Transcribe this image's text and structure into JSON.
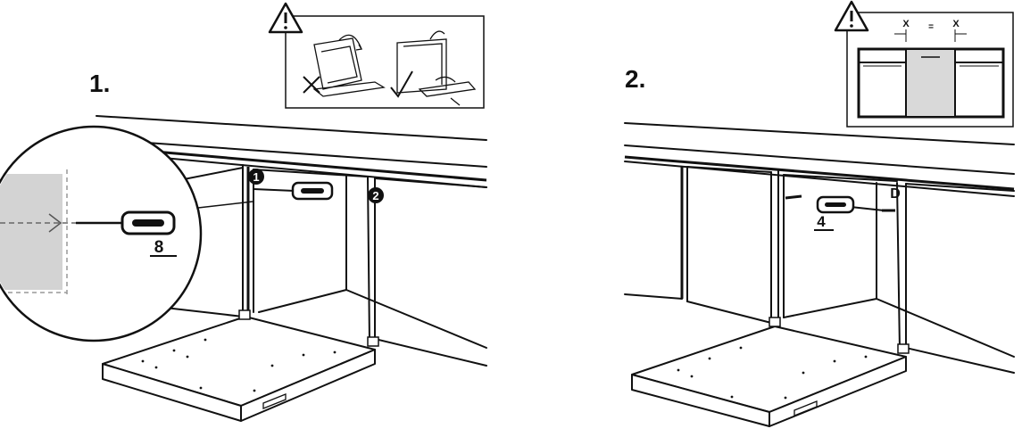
{
  "steps": [
    {
      "label": "1.",
      "callouts": [
        "1",
        "2"
      ],
      "part_number": "8"
    },
    {
      "label": "2.",
      "part_number": "4",
      "letter": "D"
    }
  ],
  "warning_box_2": {
    "dim_left": "X",
    "dim_mid": "=",
    "dim_right": "X"
  }
}
